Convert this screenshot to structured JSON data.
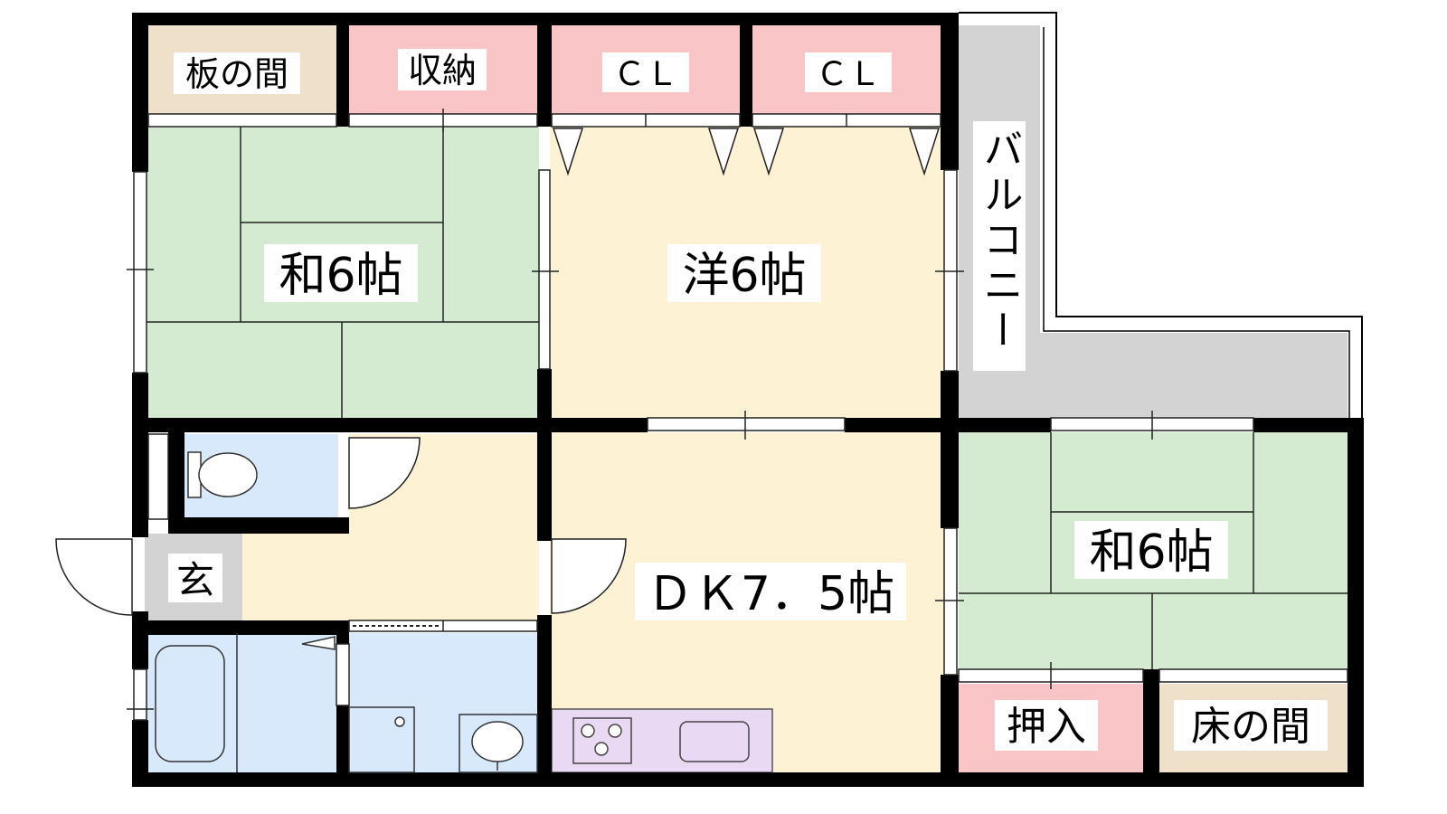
{
  "rooms": {
    "itanoma": "板の間",
    "storage_top": "収納",
    "cl1": "ＣＬ",
    "cl2": "ＣＬ",
    "washitsu_left": "和6帖",
    "youshitsu": "洋6帖",
    "balcony": "バルコニー",
    "washitsu_right": "和6帖",
    "genkan": "玄",
    "dk": "ＤＫ7．5帖",
    "oshiire": "押入",
    "tokonoma": "床の間"
  },
  "colors": {
    "tatami": "#d5ebd1",
    "western": "#fdf2d3",
    "storage": "#f9c5c7",
    "wood": "#efe1c9",
    "wet": "#d8e9fb",
    "kitchen": "#ead9f3",
    "balcony": "#d3d3d3",
    "entrance": "#d3d3d3",
    "wall": "#000000"
  }
}
